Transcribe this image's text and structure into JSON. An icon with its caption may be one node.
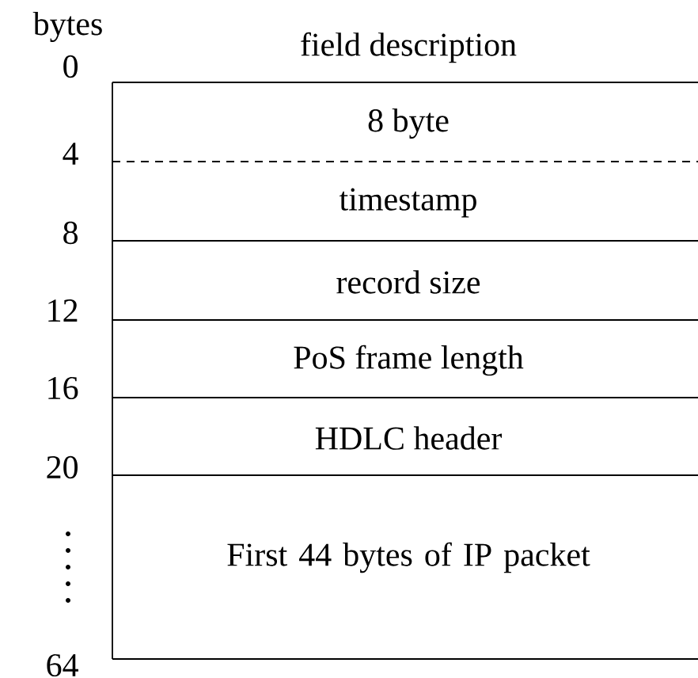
{
  "diagram": {
    "nodes": [
      {
        "text": [
          "8 byte"
        ]
      },
      {
        "text": [
          "timestamp"
        ]
      },
      {
        "text": [
          "record size"
        ]
      },
      {
        "text": [
          "PoS frame length"
        ]
      },
      {
        "text": [
          "HDLC header"
        ]
      },
      {
        "text": [
          "First 44 bytes of IP packet"
        ]
      }
    ],
    "labels": [
      "bytes",
      "field description",
      "0",
      "4",
      "8",
      "12",
      "16",
      "20",
      "64"
    ]
  }
}
